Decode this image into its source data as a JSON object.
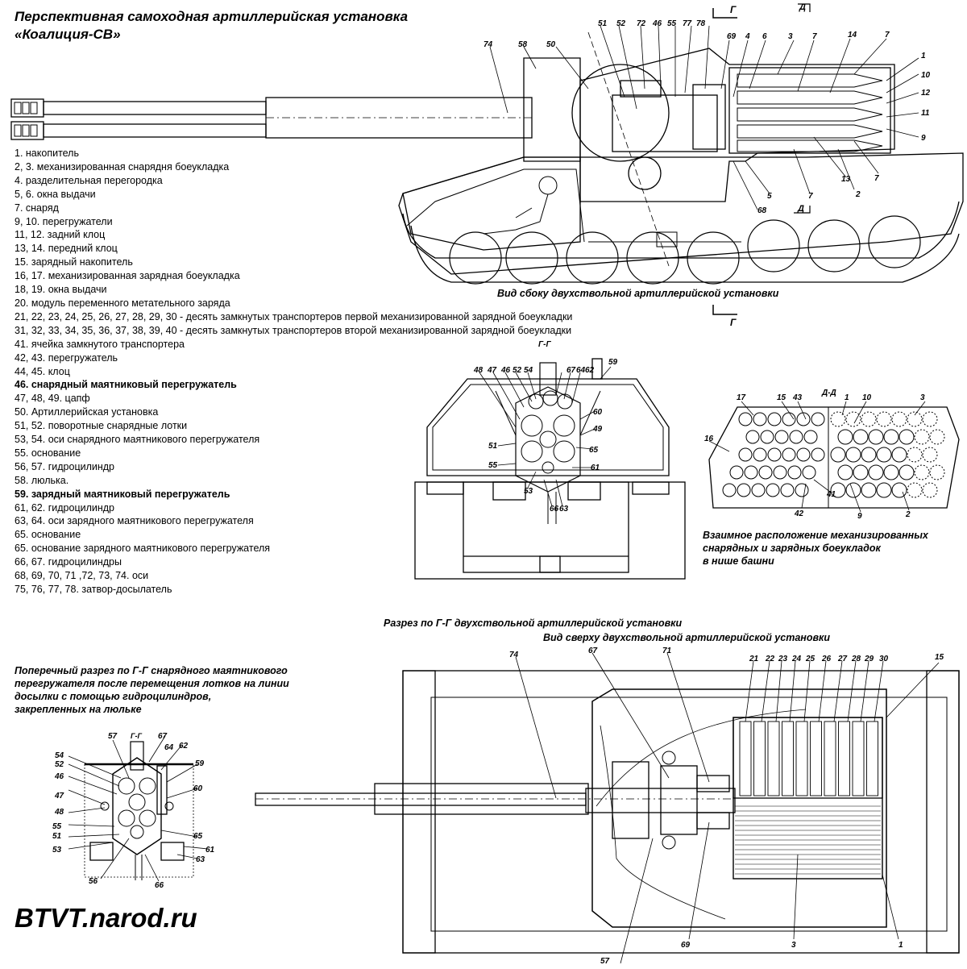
{
  "header": {
    "title_line1": "Перспективная самоходная артиллерийская установка",
    "title_line2": "«Коалиция-СВ»"
  },
  "legend": [
    {
      "text": "1. накопитель",
      "bold": false
    },
    {
      "text": "2, 3. механизированная снарядня боеукладка",
      "bold": false
    },
    {
      "text": "4. разделительная перегородка",
      "bold": false
    },
    {
      "text": "5, 6. окна выдачи",
      "bold": false
    },
    {
      "text": "7. снаряд",
      "bold": false
    },
    {
      "text": "9, 10. перегружатели",
      "bold": false
    },
    {
      "text": "11, 12. задний клоц",
      "bold": false
    },
    {
      "text": "13, 14. передний клоц",
      "bold": false
    },
    {
      "text": "15. зарядный накопитель",
      "bold": false
    },
    {
      "text": "16, 17. механизированная зарядная боеукладка",
      "bold": false
    },
    {
      "text": "18, 19.  окна выдачи",
      "bold": false
    },
    {
      "text": "20. модуль переменного метательного заряда",
      "bold": false
    },
    {
      "text": "21, 22, 23, 24, 25, 26, 27, 28, 29, 30 - десять замкнутых транспортеров первой механизированной зарядной боеукладки",
      "bold": false
    },
    {
      "text": "31, 32, 33, 34, 35, 36, 37, 38, 39, 40 - десять замкнутых транспортеров второй механизированной зарядной боеукладки",
      "bold": false
    },
    {
      "text": "41. ячейка замкнутого транспортера",
      "bold": false
    },
    {
      "text": "42, 43. перегружатель",
      "bold": false
    },
    {
      "text": "44, 45. клоц",
      "bold": false
    },
    {
      "text": "46. снарядный маятниковый перегружатель",
      "bold": true
    },
    {
      "text": "47, 48, 49. цапф",
      "bold": false
    },
    {
      "text": "50. Артиллерийская установка",
      "bold": false
    },
    {
      "text": "51, 52. поворотные снарядные лотки",
      "bold": false
    },
    {
      "text": "53, 54. оси снарядного маятникового перегружателя",
      "bold": false
    },
    {
      "text": "55. основание",
      "bold": false
    },
    {
      "text": "56, 57. гидроцилиндр",
      "bold": false
    },
    {
      "text": "58. люлька.",
      "bold": false
    },
    {
      "text": "59. зарядный маятниковый перегружатель",
      "bold": true
    },
    {
      "text": "61, 62. гидроцилиндр",
      "bold": false
    },
    {
      "text": "63, 64. оси зарядного маятникового перегружателя",
      "bold": false
    },
    {
      "text": "65. основание",
      "bold": false
    },
    {
      "text": "65. основание зарядного маятникового перегружателя",
      "bold": false
    },
    {
      "text": "66, 67. гидроцилиндры",
      "bold": false
    },
    {
      "text": "68, 69, 70, 71 ,72, 73, 74. оси",
      "bold": false
    },
    {
      "text": "75, 76, 77, 78. затвор-досылатель",
      "bold": false
    }
  ],
  "captions": {
    "side_view": "Вид сбоку двухствольной артиллерийской установки",
    "section_gg": "Разрез по Г-Г двухствольной артиллерийской установки",
    "top_view": "Вид сверху двухствольной артиллерийской установки",
    "magazine_l1": "Взаимное расположение механизированных",
    "magazine_l2": "снарядных и зарядных боеукладок",
    "magazine_l3": "в нише башни",
    "cross_l1": "Поперечный разрез по Г-Г снарядного маятникового",
    "cross_l2": "перегружателя после перемещения лотков на линии",
    "cross_l3": "досылки с помощью гидроцилиндров,",
    "cross_l4": "закрепленных на люльке"
  },
  "labels": {
    "section_mark": "Г",
    "section_mark_d": "Д",
    "section_gg_mark": "Г-Г",
    "section_dd_mark": "Д-Д",
    "side": [
      "74",
      "58",
      "50",
      "51",
      "52",
      "72",
      "46",
      "55",
      "77",
      "78",
      "69",
      "4",
      "6",
      "3",
      "7",
      "14",
      "7",
      "1",
      "10",
      "12",
      "11",
      "9",
      "7",
      "13",
      "2",
      "7",
      "5",
      "68"
    ],
    "section": [
      "48",
      "47",
      "46",
      "52",
      "54",
      "67",
      "64",
      "62",
      "59",
      "60",
      "49",
      "51",
      "65",
      "55",
      "61",
      "53",
      "66",
      "63"
    ],
    "magazine": [
      "17",
      "15",
      "43",
      "1",
      "10",
      "3",
      "16",
      "42",
      "41",
      "9",
      "2"
    ],
    "cross": [
      "57",
      "67",
      "54",
      "52",
      "46",
      "47",
      "48",
      "55",
      "51",
      "53",
      "56",
      "62",
      "64",
      "59",
      "60",
      "65",
      "61",
      "63",
      "66"
    ],
    "top": [
      "74",
      "67",
      "71",
      "21",
      "22",
      "23",
      "24",
      "25",
      "26",
      "27",
      "28",
      "29",
      "30",
      "15",
      "69",
      "3",
      "1",
      "57"
    ]
  },
  "footer": {
    "site": "BTVT.narod.ru"
  }
}
